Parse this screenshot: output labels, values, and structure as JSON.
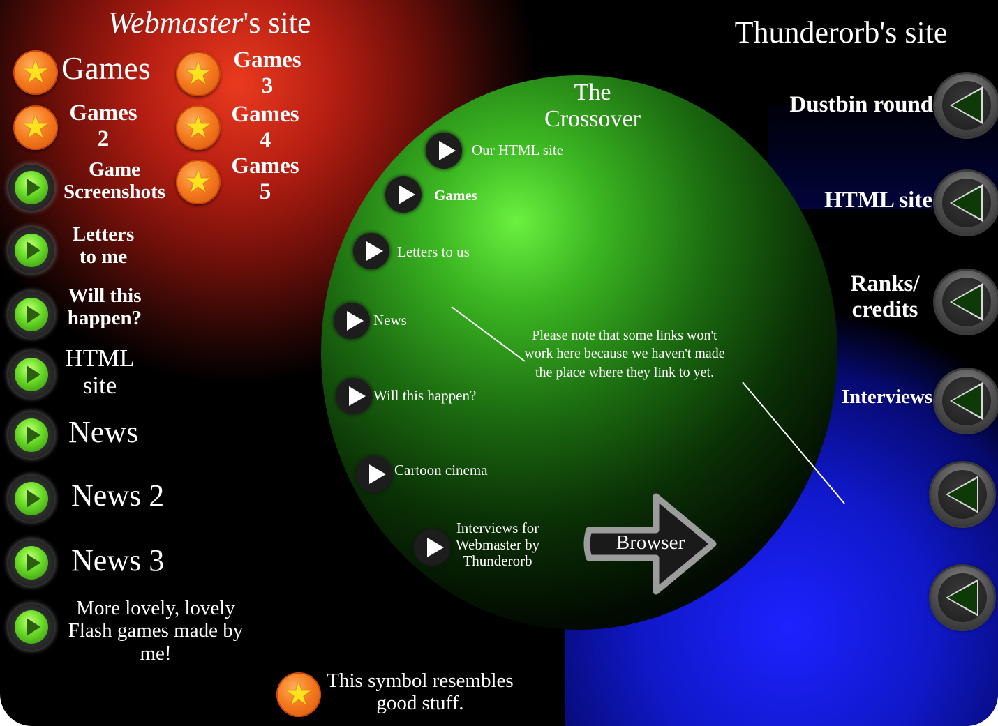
{
  "left": {
    "title_italic": "Webmaster",
    "title_rest": "'s site",
    "star_items": [
      {
        "label": "Games"
      },
      {
        "label": "Games 2"
      },
      {
        "label": "Games 3"
      },
      {
        "label": "Games 4"
      },
      {
        "label": "Games 5"
      }
    ],
    "green_items": [
      {
        "label": "Game Screenshots"
      },
      {
        "label": "Letters to me"
      },
      {
        "label": "Will this happen?"
      },
      {
        "label": "HTML site"
      },
      {
        "label": "News"
      },
      {
        "label": "News 2"
      },
      {
        "label": "News 3"
      },
      {
        "label": "More lovely, lovely Flash games made by me!"
      }
    ],
    "legend": "This symbol resembles good stuff."
  },
  "center": {
    "title": "The Crossover",
    "links": [
      {
        "label": "Our HTML site"
      },
      {
        "label": "Games"
      },
      {
        "label": "Letters to us"
      },
      {
        "label": "News"
      },
      {
        "label": "Will this happen?"
      },
      {
        "label": "Cartoon cinema"
      },
      {
        "label": "Interviews for Webmaster by Thunderorb"
      }
    ],
    "note": "Please note that some links won't work here because we haven't made the place where they link to yet.",
    "browser_label": "Browser"
  },
  "right": {
    "title": "Thunderorb's site",
    "items": [
      {
        "label": "Dustbin rounds"
      },
      {
        "label": "HTML site"
      },
      {
        "label": "Ranks/ credits"
      },
      {
        "label": "Interviews"
      },
      {
        "label": ""
      },
      {
        "label": ""
      }
    ]
  }
}
